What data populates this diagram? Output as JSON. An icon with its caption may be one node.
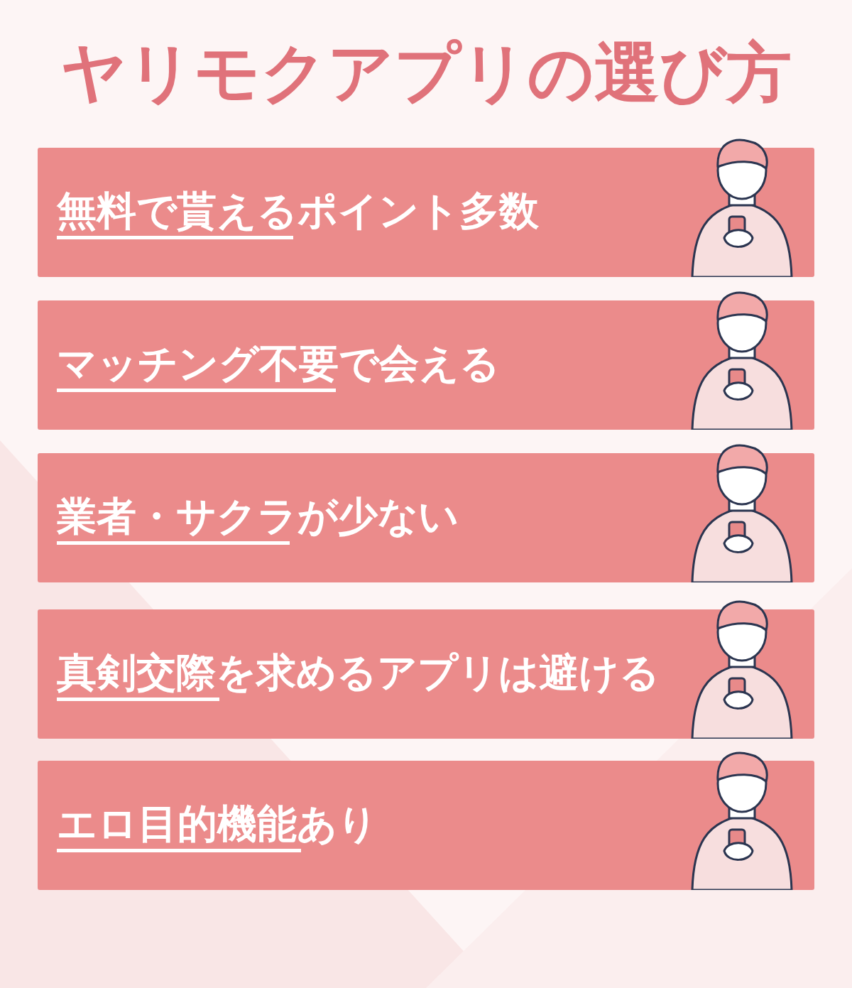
{
  "diagram": {
    "title": "ヤリモクアプリの選び方",
    "nodes": [
      {
        "text": [
          "無料で貰えるポイント多数"
        ]
      },
      {
        "text": [
          "マッチング不要で会える"
        ]
      },
      {
        "text": [
          "業者・サクラが少ない"
        ]
      },
      {
        "text": [
          "真剣交際を求めるアプリは避ける"
        ]
      },
      {
        "text": [
          "エロ目的機能あり"
        ]
      }
    ]
  }
}
